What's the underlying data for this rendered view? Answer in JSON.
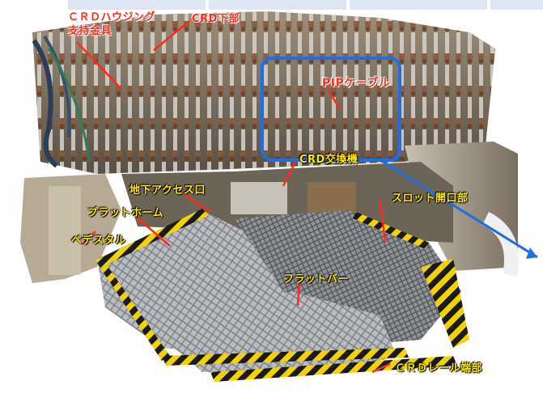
{
  "labels": {
    "crd_housing_line1": "ＣＲＤハウジング",
    "crd_housing_line2": "支持金具",
    "crd_lower": "CRD下部",
    "pip_cable": "PIPケーブル",
    "crd_exchanger": "CRD交換機",
    "underground_access": "地下アクセス口",
    "slot_opening": "スロット開口部",
    "platform": "プラットホーム",
    "pedestal": "ペデスタル",
    "flat_bar": "フラットバー",
    "crd_rail_end": "ＣＲＤレール端部"
  },
  "colors": {
    "callout_red": "#ff2a1a",
    "label_yellow": "#ffea00",
    "highlight_blue": "#1e6ee6",
    "hazard_yellow": "#f2d200",
    "header_strip": "#dde6f2"
  }
}
